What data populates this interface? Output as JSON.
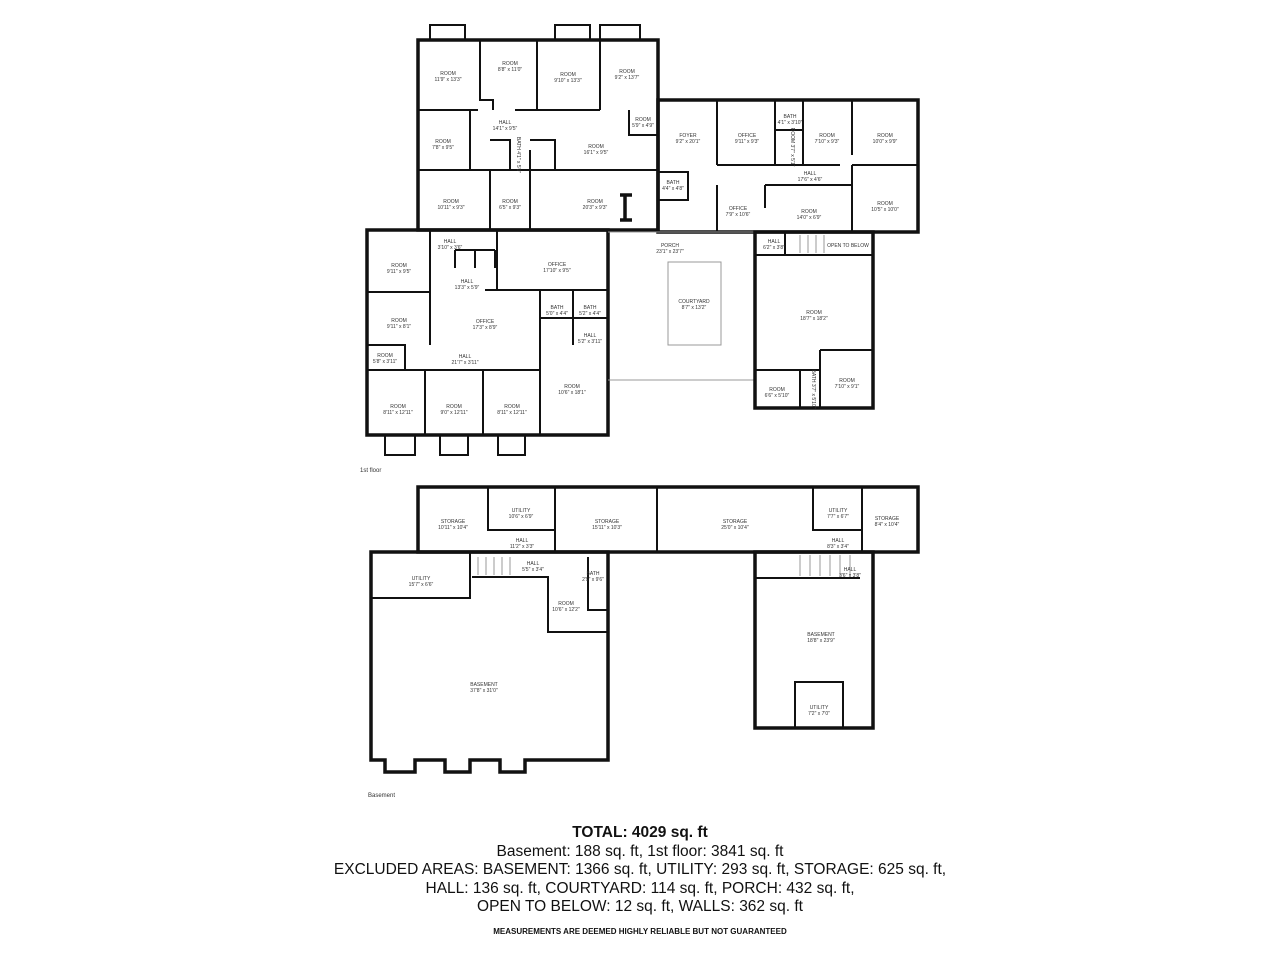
{
  "first_floor": {
    "label": "1st floor",
    "rooms": [
      {
        "name": "ROOM",
        "size": "11'9\" x 13'3\""
      },
      {
        "name": "ROOM",
        "size": "8'8\" x 11'0\""
      },
      {
        "name": "ROOM",
        "size": "9'10\" x 13'3\""
      },
      {
        "name": "ROOM",
        "size": "9'2\" x 13'7\""
      },
      {
        "name": "HALL",
        "size": "14'1\" x 9'5\""
      },
      {
        "name": "ROOM",
        "size": "7'8\" x 9'5\""
      },
      {
        "name": "ROOM",
        "size": "5'9\" x 4'9\""
      },
      {
        "name": "ROOM",
        "size": "16'1\" x 9'5\""
      },
      {
        "name": "ROOM",
        "size": "10'11\" x 9'3\""
      },
      {
        "name": "ROOM",
        "size": "6'5\" x 9'3\""
      },
      {
        "name": "ROOM",
        "size": "20'3\" x 9'3\""
      },
      {
        "name": "FOYER",
        "size": "9'2\" x 20'1\""
      },
      {
        "name": "OFFICE",
        "size": "9'11\" x 9'3\""
      },
      {
        "name": "BATH",
        "size": "4'1\" x 3'10\""
      },
      {
        "name": "ROOM",
        "size": "7'10\" x 9'3\""
      },
      {
        "name": "ROOM",
        "size": "10'0\" x 9'9\""
      },
      {
        "name": "HALL",
        "size": "17'6\" x 4'6\""
      },
      {
        "name": "BATH",
        "size": "4'4\" x 4'8\""
      },
      {
        "name": "OFFICE",
        "size": "7'9\" x 10'6\""
      },
      {
        "name": "ROOM",
        "size": "14'0\" x 6'9\""
      },
      {
        "name": "ROOM",
        "size": "10'5\" x 10'0\""
      },
      {
        "name": "PORCH",
        "size": "23'1\" x 23'7\""
      },
      {
        "name": "HALL",
        "size": "6'2\" x 3'8\""
      },
      {
        "name": "OPEN TO BELOW",
        "size": ""
      },
      {
        "name": "HALL",
        "size": "3'10\" x 3'6\""
      },
      {
        "name": "ROOM",
        "size": "9'11\" x 9'5\""
      },
      {
        "name": "OFFICE",
        "size": "17'10\" x 9'5\""
      },
      {
        "name": "HALL",
        "size": "13'3\" x 5'9\""
      },
      {
        "name": "ROOM",
        "size": "9'11\" x 8'1\""
      },
      {
        "name": "OFFICE",
        "size": "17'3\" x 8'9\""
      },
      {
        "name": "BATH",
        "size": "5'0\" x 4'4\""
      },
      {
        "name": "BATH",
        "size": "5'2\" x 4'4\""
      },
      {
        "name": "HALL",
        "size": "5'2\" x 3'11\""
      },
      {
        "name": "ROOM",
        "size": "5'8\" x 3'11\""
      },
      {
        "name": "HALL",
        "size": "21'7\" x 3'11\""
      },
      {
        "name": "ROOM",
        "size": "10'6\" x 18'1\""
      },
      {
        "name": "ROOM",
        "size": "8'11\" x 12'11\""
      },
      {
        "name": "ROOM",
        "size": "9'0\" x 12'11\""
      },
      {
        "name": "ROOM",
        "size": "8'11\" x 12'11\""
      },
      {
        "name": "COURTYARD",
        "size": "8'7\" x 13'2\""
      },
      {
        "name": "ROOM",
        "size": "18'7\" x 18'2\""
      },
      {
        "name": "ROOM",
        "size": "6'6\" x 5'10\""
      },
      {
        "name": "ROOM",
        "size": "7'10\" x 9'1\""
      }
    ],
    "vertical_labels": [
      {
        "name": "BATH",
        "size": "4'1\" x 5'0\""
      },
      {
        "name": "ROOM",
        "size": "3'7\" x 5'1\""
      },
      {
        "name": "BATH",
        "size": "3'7\" x 5'10\""
      }
    ]
  },
  "basement": {
    "label": "Basement",
    "rooms": [
      {
        "name": "STORAGE",
        "size": "10'11\" x 10'4\""
      },
      {
        "name": "UTILITY",
        "size": "10'6\" x 6'9\""
      },
      {
        "name": "STORAGE",
        "size": "15'11\" x 10'3\""
      },
      {
        "name": "HALL",
        "size": "11'2\" x 3'3\""
      },
      {
        "name": "STORAGE",
        "size": "25'0\" x 10'4\""
      },
      {
        "name": "UTILITY",
        "size": "7'7\" x 6'7\""
      },
      {
        "name": "STORAGE",
        "size": "8'4\" x 10'4\""
      },
      {
        "name": "HALL",
        "size": "8'3\" x 3'4\""
      },
      {
        "name": "UTILITY",
        "size": "15'7\" x 6'6\""
      },
      {
        "name": "HALL",
        "size": "5'5\" x 3'4\""
      },
      {
        "name": "BATH",
        "size": "2'9\" x 9'6\""
      },
      {
        "name": "ROOM",
        "size": "10'6\" x 12'2\""
      },
      {
        "name": "BASEMENT",
        "size": "37'8\" x 31'0\""
      },
      {
        "name": "HALL",
        "size": "3'6\" x 3'8\""
      },
      {
        "name": "BASEMENT",
        "size": "18'8\" x 23'9\""
      },
      {
        "name": "UTILITY",
        "size": "7'2\" x 7'0\""
      }
    ]
  },
  "summary": {
    "total": "TOTAL: 4029 sq. ft",
    "line1": "Basement: 188 sq. ft, 1st floor: 3841 sq. ft",
    "line2": "EXCLUDED AREAS: BASEMENT: 1366 sq. ft, UTILITY: 293 sq. ft, STORAGE: 625 sq. ft,",
    "line3": "HALL: 136 sq. ft, COURTYARD: 114 sq. ft, PORCH: 432 sq. ft,",
    "line4": "OPEN TO BELOW: 12 sq. ft, WALLS: 362 sq. ft",
    "disclaimer": "MEASUREMENTS ARE DEEMED HIGHLY RELIABLE BUT NOT GUARANTEED"
  }
}
